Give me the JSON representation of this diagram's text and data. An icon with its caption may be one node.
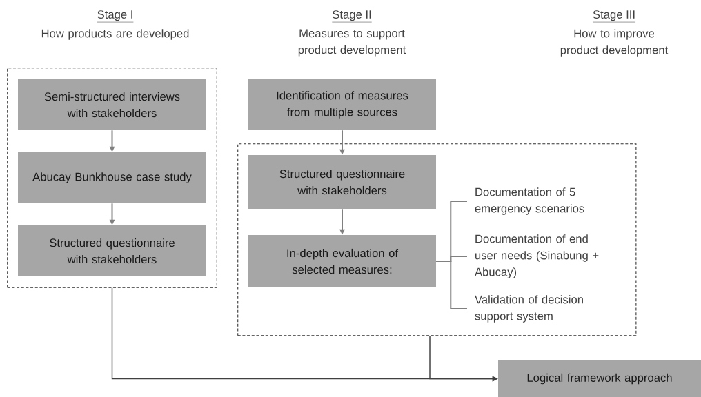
{
  "diagram": {
    "nodes": [
      {
        "text": [],
        "shape": "box"
      },
      {
        "text": [
          "Semi-structured interviews with stakeholders"
        ],
        "in": 0
      },
      {
        "text": [
          "Abucay Bunkhouse case study"
        ],
        "in": 0
      },
      {
        "text": [
          "Structured questionnaire with stakeholders"
        ],
        "in": 0
      },
      {
        "text": [
          "Identification of measures from multiple sources"
        ]
      },
      {
        "text": [],
        "shape": "box"
      },
      {
        "text": [
          "Structured questionnaire with stakeholders"
        ],
        "in": 5
      },
      {
        "text": [
          "In-depth evaluation of selected measures:"
        ],
        "in": 5
      },
      {
        "text": [
          "Documentation of 5 emergency scenarios"
        ],
        "in": 5
      },
      {
        "text": [
          "Documentation of end user needs (Sinabung + Abucay)"
        ],
        "in": 5
      },
      {
        "text": [
          "Validation of decision support system"
        ],
        "in": 5
      },
      {
        "text": [
          "Logical framework approach"
        ]
      }
    ],
    "edges": [
      {
        "from": 1,
        "to": 2,
        "arrow": "to"
      },
      {
        "from": 2,
        "to": 3,
        "arrow": "to"
      },
      {
        "from": 4,
        "to": 6,
        "arrow": "to"
      },
      {
        "from": 6,
        "to": 7,
        "arrow": "to"
      },
      {
        "from": 7,
        "to": 8,
        "arrow": "none"
      },
      {
        "from": 7,
        "to": 9,
        "arrow": "none"
      },
      {
        "from": 7,
        "to": 10,
        "arrow": "none"
      },
      {
        "from": 0,
        "to": 11,
        "arrow": "to",
        "color": "#404040"
      },
      {
        "from": 5,
        "to": 11,
        "arrow": "to",
        "color": "#404040"
      }
    ],
    "labels": [
      "Stage I",
      "How products are developed",
      "Stage II",
      "Measures to support product development",
      "Stage III",
      "How to improve product development"
    ]
  }
}
